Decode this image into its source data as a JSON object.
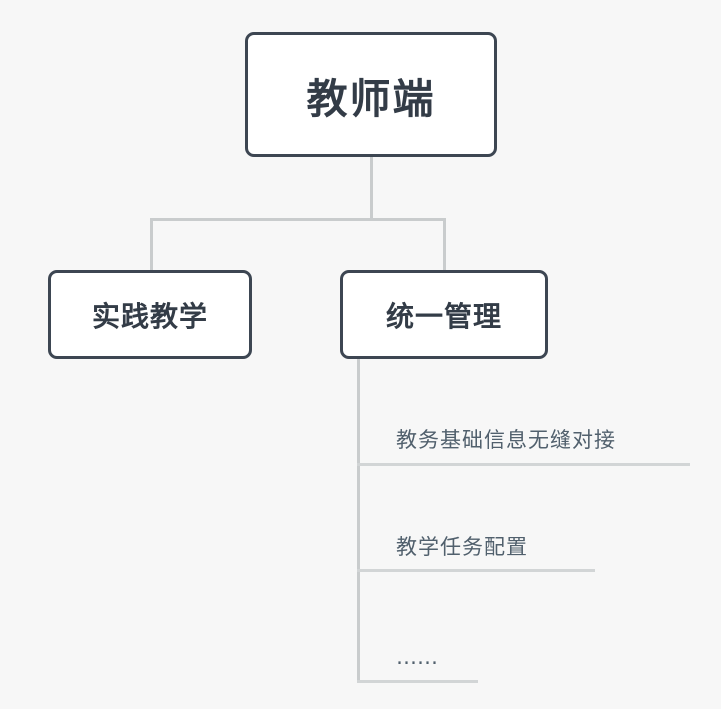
{
  "diagram": {
    "type": "tree",
    "background_color": "#f7f7f7",
    "node_border_color": "#3d4652",
    "node_fill_color": "#ffffff",
    "connector_color": "#c9cccd",
    "leaf_text_color": "#51606d",
    "root": {
      "label": "教师端"
    },
    "children": [
      {
        "label": "实践教学"
      },
      {
        "label": "统一管理",
        "leaves": [
          {
            "label": "教务基础信息无缝对接"
          },
          {
            "label": "教学任务配置"
          },
          {
            "label": "……"
          }
        ]
      }
    ]
  }
}
